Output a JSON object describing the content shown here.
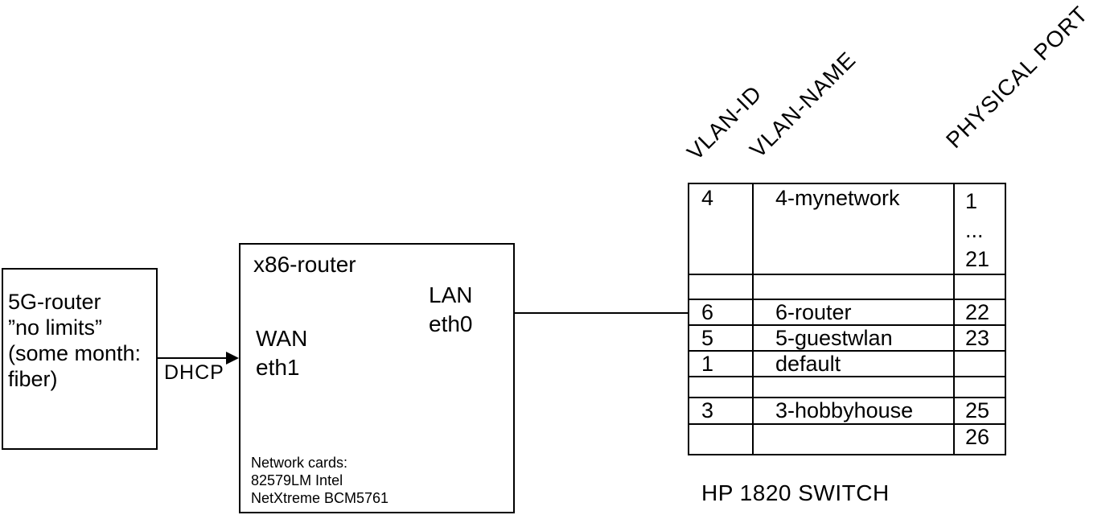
{
  "colors": {
    "ink": "#000000",
    "background": "#ffffff"
  },
  "router5g": {
    "label": "5G-router\n”no limits”\n(some month:\nfiber)"
  },
  "wan_link": {
    "label": "DHCP"
  },
  "x86_router": {
    "title": "x86-router",
    "lan_port": "LAN\neth0",
    "wan_port": "WAN\neth1",
    "network_cards": "Network cards:\n82579LM Intel\nNetXtreme BCM5761"
  },
  "switch": {
    "caption": "HP 1820 SWITCH",
    "headers": {
      "vlan_id": "VLAN-ID",
      "vlan_name": "VLAN-NAME",
      "physical_port": "PHYSICAL PORT"
    },
    "rows": [
      {
        "id": "4",
        "name": "4-mynetwork",
        "port": "1\n...\n21"
      },
      {
        "id": "",
        "name": "",
        "port": ""
      },
      {
        "id": "6",
        "name": "6-router",
        "port": "22"
      },
      {
        "id": "5",
        "name": "5-guestwlan",
        "port": "23"
      },
      {
        "id": "1",
        "name": "default",
        "port": ""
      },
      {
        "id": "",
        "name": "",
        "port": ""
      },
      {
        "id": "3",
        "name": "3-hobbyhouse",
        "port": "25"
      },
      {
        "id": "",
        "name": "",
        "port": "26"
      }
    ]
  }
}
